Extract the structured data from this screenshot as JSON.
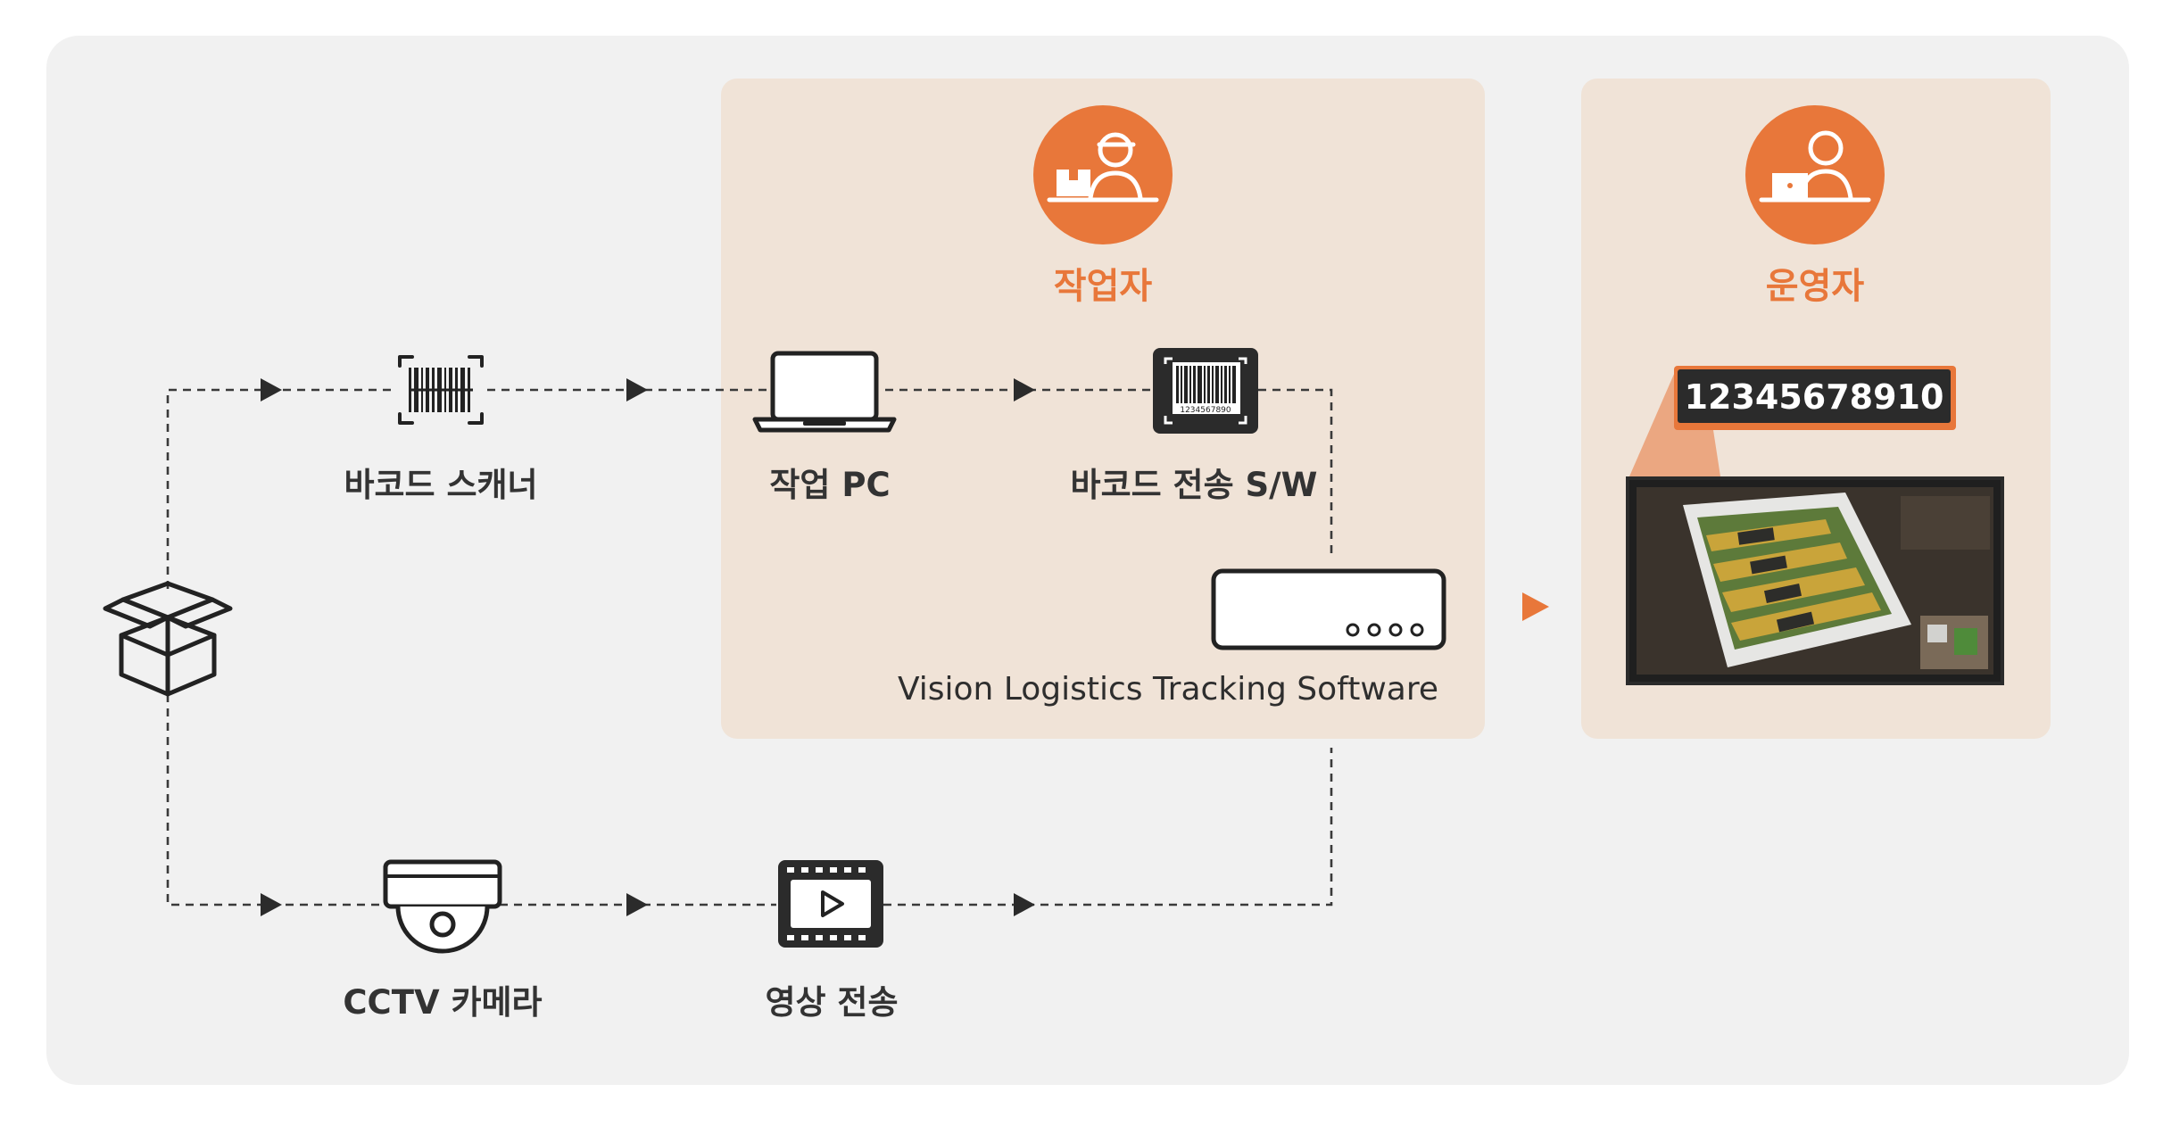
{
  "colors": {
    "background": "#f1f1f1",
    "panel": "#f0e3d7",
    "accent": "#e8773a",
    "line": "#3a3a3a",
    "icon_dark": "#2b2b2b"
  },
  "nodes": {
    "box": {
      "icon": "package-box-icon"
    },
    "barcode_scanner": {
      "label": "바코드 스캐너",
      "icon": "barcode-scanner-icon"
    },
    "work_pc": {
      "label": "작업 PC",
      "icon": "laptop-icon"
    },
    "barcode_sw": {
      "label": "바코드 전송 S/W",
      "icon": "barcode-icon",
      "barcode_digits": "1234567890"
    },
    "vlts": {
      "label": "Vision Logistics Tracking Software",
      "icon": "server-icon"
    },
    "cctv": {
      "label": "CCTV 카메라",
      "icon": "cctv-camera-icon"
    },
    "video_transfer": {
      "label": "영상 전송",
      "icon": "video-player-icon"
    }
  },
  "roles": {
    "worker": {
      "label": "작업자",
      "icon": "worker-icon"
    },
    "operator": {
      "label": "운영자",
      "icon": "operator-icon"
    }
  },
  "operator_screen": {
    "barcode_value": "12345678910",
    "screen_icon": "monitoring-screen"
  }
}
